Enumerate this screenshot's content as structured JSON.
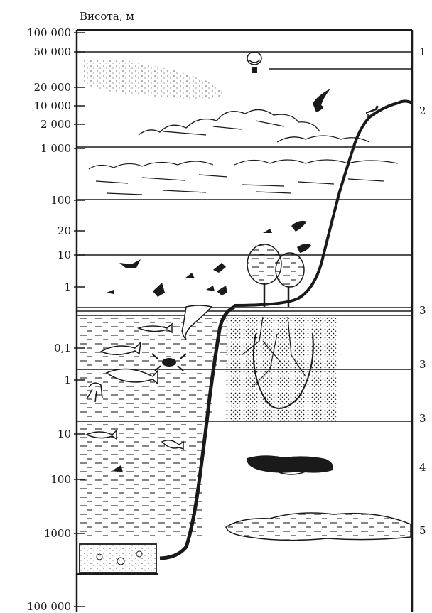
{
  "axis_title": "Висота, м",
  "y_labels": [
    "100 000",
    "50 000",
    "20 000",
    "10 000",
    "2 000",
    "1 000",
    "100",
    "20",
    "10",
    "1",
    "0,1",
    "1",
    "10",
    "100",
    "1000",
    "100 000"
  ],
  "zone_labels": [
    "1",
    "2",
    "3",
    "3",
    "3",
    "4",
    "5"
  ],
  "colors": {
    "ink": "#1a1a1a",
    "paper": "#ffffff",
    "soil": "#cfcfcf",
    "water_dash": "#333333"
  }
}
